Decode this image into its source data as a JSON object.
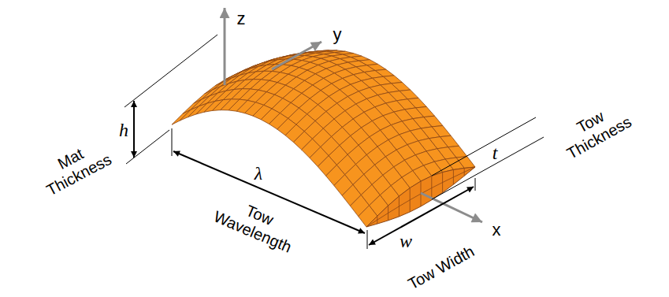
{
  "diagram": {
    "labels": [
      "z",
      "y",
      "x",
      "h",
      "Mat Thickness",
      "λ",
      "Tow Wavelength",
      "w",
      "Tow Width",
      "t",
      "Tow Thickness"
    ]
  }
}
